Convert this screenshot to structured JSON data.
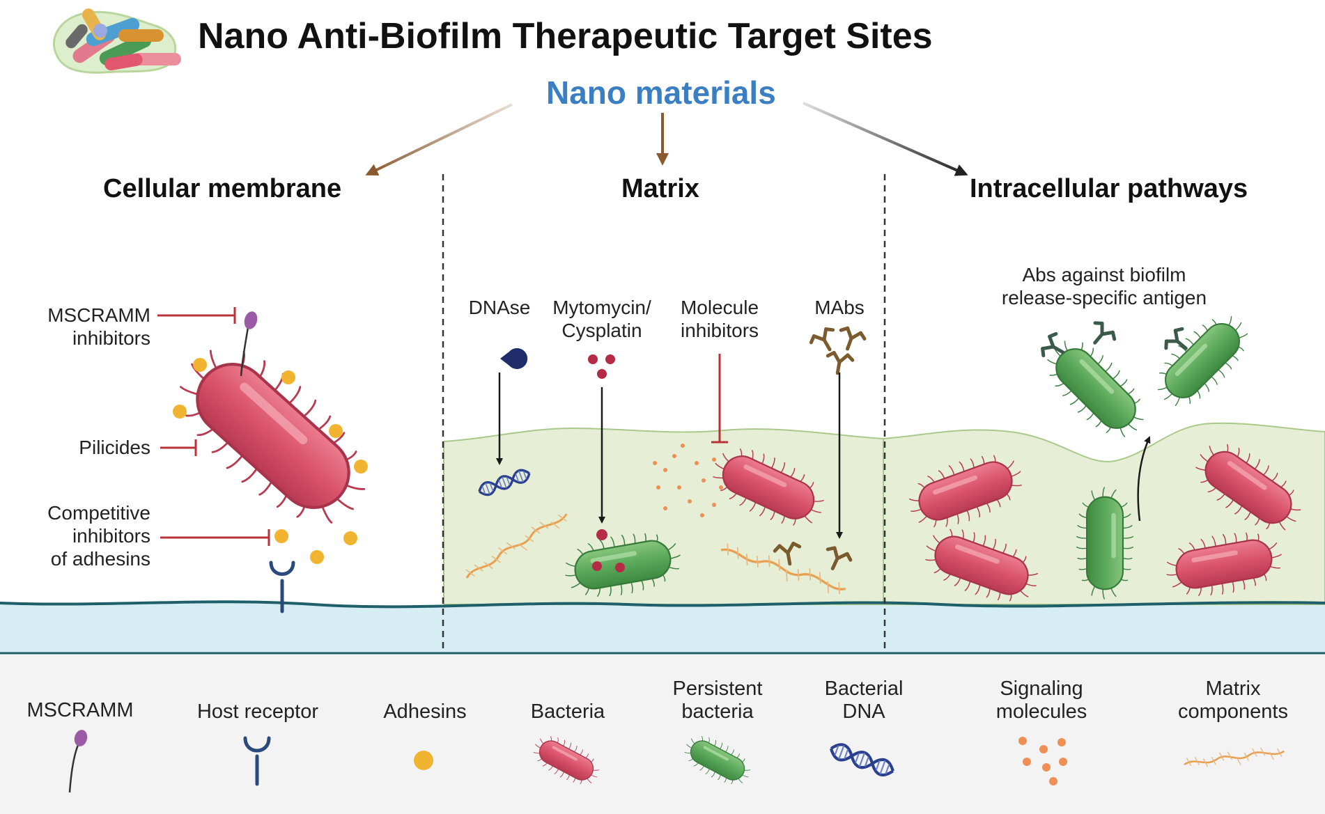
{
  "title": "Nano Anti-Biofilm Therapeutic Target Sites",
  "subtitle": "Nano materials",
  "sections": {
    "cellular": "Cellular membrane",
    "matrix": "Matrix",
    "intracellular": "Intracellular pathways"
  },
  "cellular_labels": {
    "mscramm_inhibitors": [
      "MSCRAMM",
      "inhibitors"
    ],
    "pilicides": "Pilicides",
    "competitive": [
      "Competitive",
      "inhibitors",
      "of adhesins"
    ]
  },
  "matrix_labels": {
    "dnase": "DNAse",
    "mytomycin": [
      "Mytomycin/",
      "Cysplatin"
    ],
    "molecule_inhibitors": [
      "Molecule",
      "inhibitors"
    ],
    "mabs": "MAbs"
  },
  "intracellular_labels": {
    "abs": [
      "Abs against biofilm",
      "release-specific antigen"
    ]
  },
  "legend": [
    {
      "label": [
        "MSCRAMM"
      ],
      "icon": "mscramm-icon"
    },
    {
      "label": [
        "Host receptor"
      ],
      "icon": "host-receptor-icon"
    },
    {
      "label": [
        "Adhesins"
      ],
      "icon": "adhesin-icon"
    },
    {
      "label": [
        "Bacteria"
      ],
      "icon": "bacteria-icon"
    },
    {
      "label": [
        "Persistent",
        "bacteria"
      ],
      "icon": "persistent-bacteria-icon"
    },
    {
      "label": [
        "Bacterial",
        "DNA"
      ],
      "icon": "dna-icon"
    },
    {
      "label": [
        "Signaling",
        "molecules"
      ],
      "icon": "signaling-molecules-icon"
    },
    {
      "label": [
        "Matrix",
        "components"
      ],
      "icon": "matrix-components-icon"
    }
  ],
  "colors": {
    "bacteria": "#d9536a",
    "persistent": "#5aa85a",
    "matrix_bg": "#e6efd6",
    "host_surface": "#d6edf4",
    "legend_bg": "#f3f3f3",
    "inhibit": "#b8323a",
    "arrow_brown": "#8a5a2e",
    "adhesin": "#f0b431",
    "accent_blue": "#3a7fc4"
  }
}
